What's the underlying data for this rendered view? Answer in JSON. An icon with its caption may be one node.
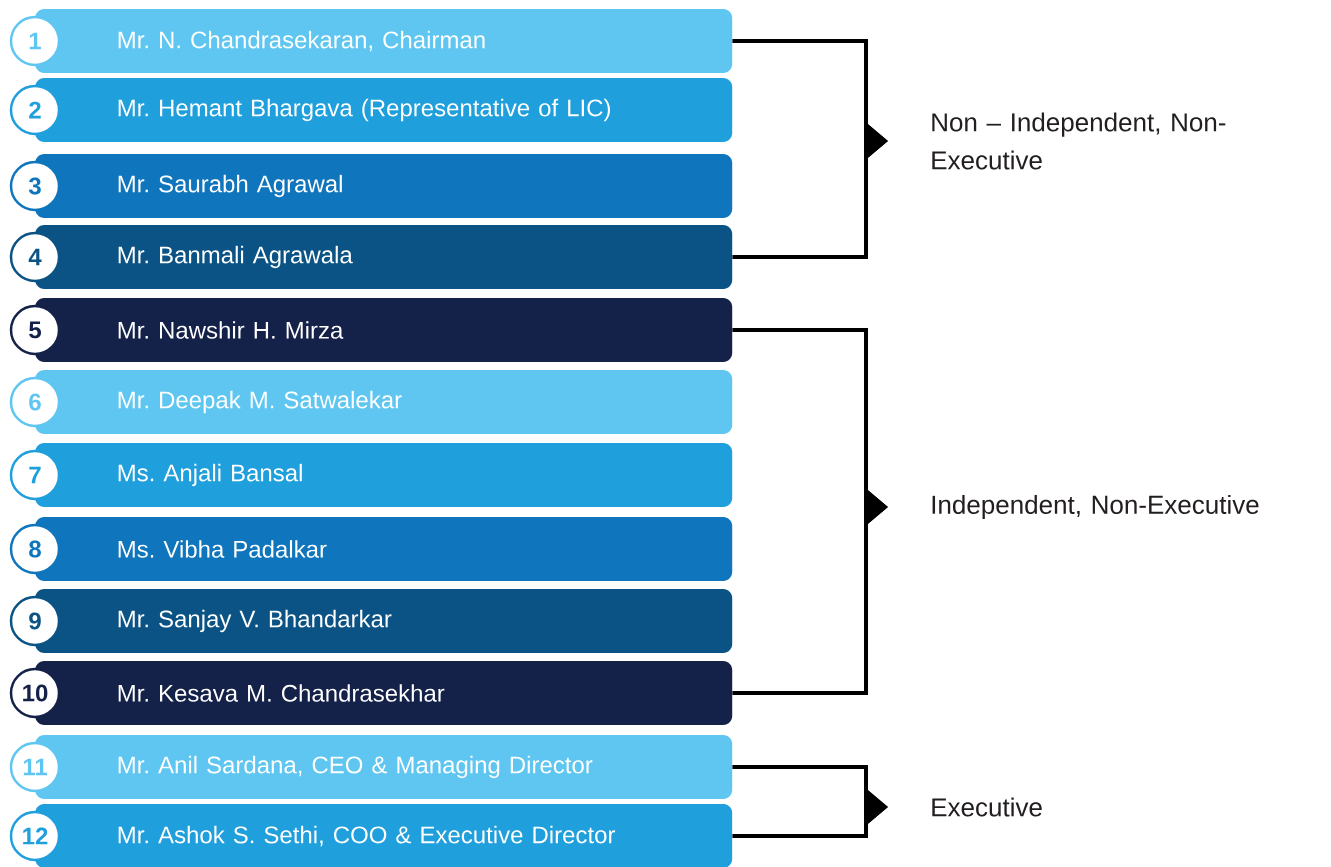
{
  "diagram": {
    "nodes": [
      {
        "text": [
          "1",
          "Mr. N. Chandrasekaran, Chairman"
        ]
      },
      {
        "text": [
          "2",
          "Mr. Hemant Bhargava (Representative of LIC)"
        ]
      },
      {
        "text": [
          "3",
          "Mr. Saurabh Agrawal"
        ]
      },
      {
        "text": [
          "4",
          "Mr. Banmali Agrawala"
        ]
      },
      {
        "text": [
          "5",
          "Mr. Nawshir H. Mirza"
        ]
      },
      {
        "text": [
          "6",
          "Mr. Deepak M. Satwalekar"
        ]
      },
      {
        "text": [
          "7",
          "Ms. Anjali Bansal"
        ]
      },
      {
        "text": [
          "8",
          "Ms. Vibha Padalkar"
        ]
      },
      {
        "text": [
          "9",
          "Mr. Sanjay V. Bhandarkar"
        ]
      },
      {
        "text": [
          "10",
          "Mr. Kesava M. Chandrasekhar"
        ]
      },
      {
        "text": [
          "11",
          "Mr. Anil Sardana, CEO & Managing Director"
        ]
      },
      {
        "text": [
          "12",
          "Mr. Ashok S. Sethi, COO & Executive Director"
        ]
      },
      {
        "text": [
          "Non – Independent, Non-Executive"
        ]
      },
      {
        "text": [
          "Independent, Non-Executive"
        ]
      },
      {
        "text": [
          "Executive"
        ]
      }
    ],
    "edges": [
      {
        "from": 0,
        "to": 12,
        "arrow": "to"
      },
      {
        "from": 3,
        "to": 12,
        "arrow": "to"
      },
      {
        "from": 4,
        "to": 13,
        "arrow": "to"
      },
      {
        "from": 9,
        "to": 13,
        "arrow": "to"
      },
      {
        "from": 10,
        "to": 14,
        "arrow": "to"
      },
      {
        "from": 11,
        "to": 14,
        "arrow": "to"
      }
    ]
  }
}
